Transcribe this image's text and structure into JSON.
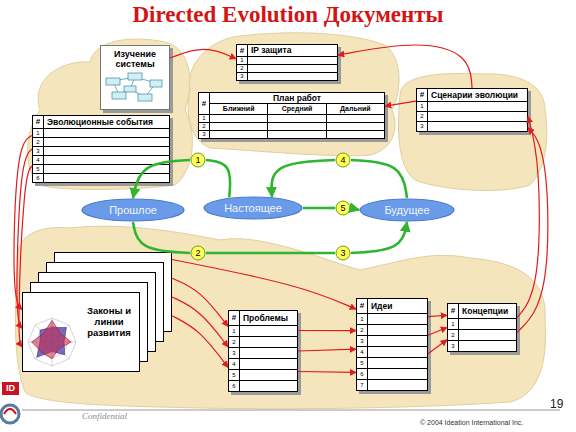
{
  "diagram": {
    "title": "Directed Evolution Документы",
    "nodes": [
      {
        "text": [
          "Изучение системы"
        ]
      },
      {
        "text": [
          "#",
          "IP защита",
          "1",
          "2",
          "3"
        ]
      },
      {
        "text": [
          "#",
          "План работ",
          "Ближний",
          "Средний",
          "Дальний",
          "1",
          "2",
          "3"
        ]
      },
      {
        "text": [
          "#",
          "Сценарии эволюции",
          "1",
          "2",
          "3"
        ]
      },
      {
        "text": [
          "#",
          "Эволюционные события",
          "1",
          "2",
          "3",
          "4",
          "5",
          "6"
        ]
      },
      {
        "text": [
          "1"
        ]
      },
      {
        "text": [
          "4"
        ]
      },
      {
        "text": [
          "Прошлое"
        ]
      },
      {
        "text": [
          "Настоящее"
        ]
      },
      {
        "text": [
          "5"
        ]
      },
      {
        "text": [
          "Будущее"
        ]
      },
      {
        "text": [
          "2"
        ]
      },
      {
        "text": [
          "3"
        ]
      },
      {
        "text": [
          "Законы и линии развития"
        ]
      },
      {
        "text": [
          "#",
          "Проблемы",
          "1",
          "2",
          "3",
          "4",
          "5",
          "6"
        ]
      },
      {
        "text": [
          "#",
          "Идеи",
          "1",
          "2",
          "3",
          "4",
          "5",
          "6",
          "7"
        ]
      },
      {
        "text": [
          "#",
          "Концепции",
          "1",
          "2",
          "3"
        ]
      }
    ],
    "edges": [
      {
        "from": 8,
        "to": 5,
        "arrow": "none"
      },
      {
        "from": 5,
        "to": 7,
        "arrow": "to"
      },
      {
        "from": 7,
        "to": 11,
        "arrow": "none"
      },
      {
        "from": 11,
        "to": 12,
        "arrow": "none"
      },
      {
        "from": 12,
        "to": 10,
        "arrow": "to"
      },
      {
        "from": 10,
        "to": 6,
        "arrow": "none"
      },
      {
        "from": 6,
        "to": 8,
        "arrow": "to"
      },
      {
        "from": 8,
        "to": 9,
        "arrow": "none"
      },
      {
        "from": 9,
        "to": 10,
        "arrow": "to"
      },
      {
        "from": 4,
        "to": 13,
        "arrow": "to"
      },
      {
        "from": 4,
        "to": 13,
        "arrow": "to"
      },
      {
        "from": 4,
        "to": 13,
        "arrow": "to"
      },
      {
        "from": 13,
        "to": 14,
        "arrow": "to"
      },
      {
        "from": 13,
        "to": 14,
        "arrow": "to"
      },
      {
        "from": 13,
        "to": 14,
        "arrow": "to"
      },
      {
        "from": 13,
        "to": 15,
        "arrow": "to"
      },
      {
        "from": 14,
        "to": 15,
        "arrow": "to"
      },
      {
        "from": 14,
        "to": 15,
        "arrow": "to"
      },
      {
        "from": 14,
        "to": 15,
        "arrow": "to"
      },
      {
        "from": 15,
        "to": 16,
        "arrow": "to"
      },
      {
        "from": 15,
        "to": 16,
        "arrow": "to"
      },
      {
        "from": 15,
        "to": 16,
        "arrow": "to"
      },
      {
        "from": 16,
        "to": 3,
        "arrow": "to"
      },
      {
        "from": 16,
        "to": 3,
        "arrow": "to"
      },
      {
        "from": 3,
        "to": 2,
        "arrow": "to"
      },
      {
        "from": 3,
        "to": 1,
        "arrow": "to"
      },
      {
        "from": 0,
        "to": 1,
        "arrow": "to"
      }
    ],
    "labels": [
      "Confidential",
      "© 2004 Ideation International Inc.",
      "19",
      "ID"
    ]
  }
}
